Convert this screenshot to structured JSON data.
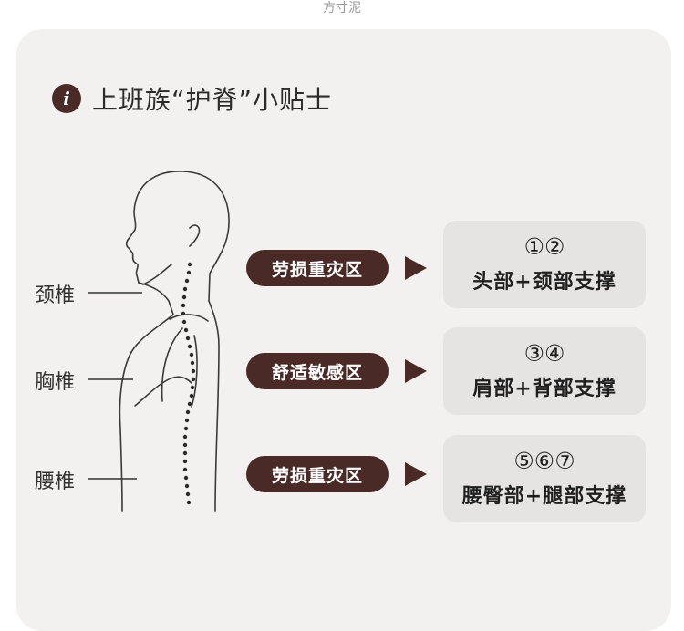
{
  "watermark": "方寸泥",
  "title": "上班族“护脊”小贴士",
  "info_icon": "info-icon",
  "labels": {
    "neck": "颈椎",
    "chest": "胸椎",
    "waist": "腰椎"
  },
  "zones": [
    {
      "tag": "劳损重灾区",
      "nums": "①②",
      "text": "头部+颈部支撑"
    },
    {
      "tag": "舒适敏感区",
      "nums": "③④",
      "text": "肩部+背部支撑"
    },
    {
      "tag": "劳损重灾区",
      "nums": "⑤⑥⑦",
      "text": "腰臀部+腿部支撑"
    }
  ],
  "colors": {
    "accent": "#4a2a26",
    "card_bg": "#f3f1f0",
    "tip_bg": "#e6e4e3"
  }
}
